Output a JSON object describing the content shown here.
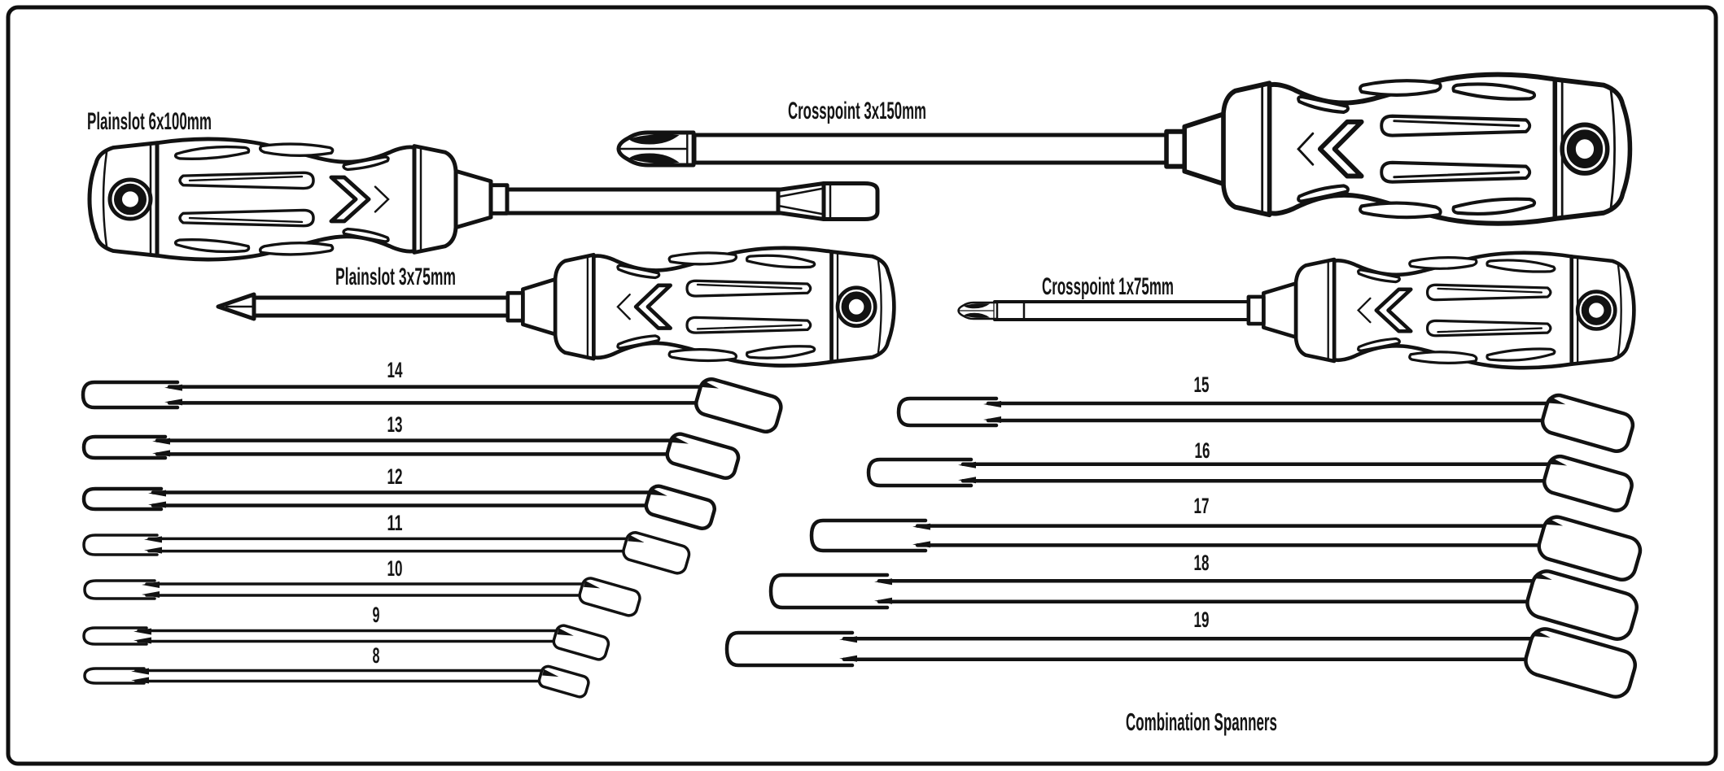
{
  "diagram": {
    "kind": "tool-tray-outline-drawing",
    "colors": {
      "line": "#121212",
      "background": "#ffffff"
    },
    "screwdrivers": [
      {
        "label": "Plainslot 6x100mm",
        "tip": "plainslot"
      },
      {
        "label": "Crosspoint 3x150mm",
        "tip": "crosspoint"
      },
      {
        "label": "Plainslot 3x75mm",
        "tip": "plainslot"
      },
      {
        "label": "Crosspoint 1x75mm",
        "tip": "crosspoint"
      }
    ],
    "spanner_sets": {
      "left": {
        "sizes_mm": [
          "14",
          "13",
          "12",
          "11",
          "10",
          "9",
          "8"
        ]
      },
      "right": {
        "sizes_mm": [
          "15",
          "16",
          "17",
          "18",
          "19"
        ]
      }
    },
    "footer_label": "Combination Spanners"
  }
}
